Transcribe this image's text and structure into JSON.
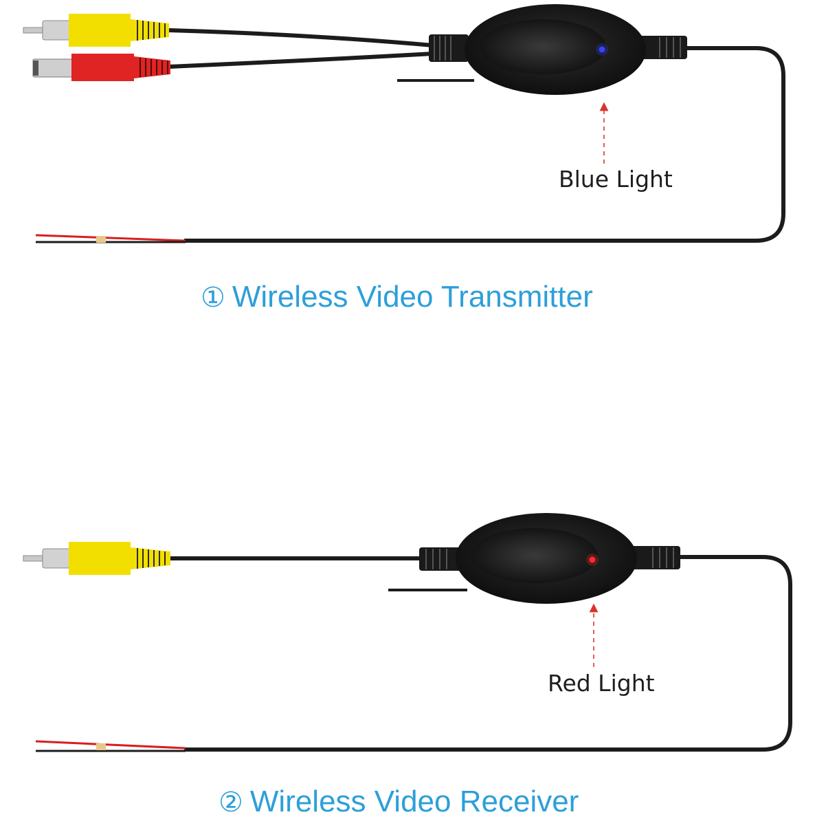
{
  "colors": {
    "caption": "#2d9fd9",
    "cable": "#1c1c1c",
    "module": "#151515",
    "rca_yellow": "#f2df00",
    "rca_red": "#e02424",
    "led_blue": "#3344ff",
    "led_red": "#ff2a2a",
    "arrow": "#d9342b",
    "wire_red": "#d81e1e"
  },
  "transmitter": {
    "number": "①",
    "caption": "Wireless Video Transmitter",
    "light_label": "Blue Light",
    "led_icon": "blue-led-icon"
  },
  "receiver": {
    "number": "②",
    "caption": "Wireless Video Receiver",
    "light_label": "Red Light",
    "led_icon": "red-led-icon"
  }
}
